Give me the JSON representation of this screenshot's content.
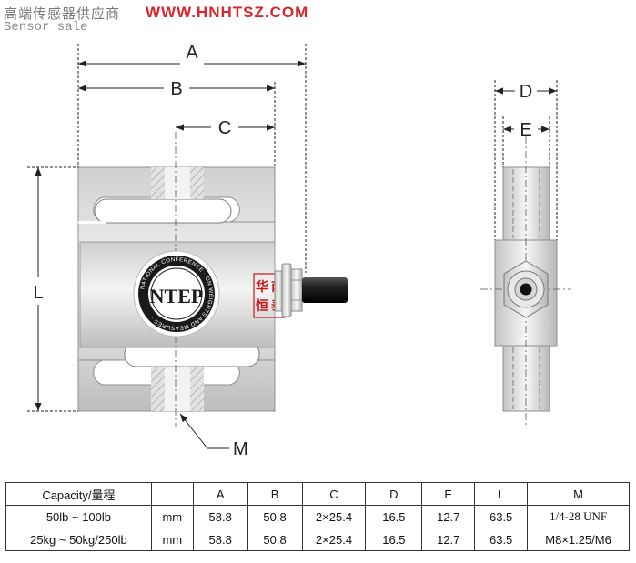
{
  "header": {
    "company_cn": "高端传感器供应商",
    "url": "WWW.HNHTSZ.COM",
    "tagline": "Sensor sale"
  },
  "drawing": {
    "dim_labels": {
      "A": "A",
      "B": "B",
      "C": "C",
      "D": "D",
      "E": "E",
      "L": "L",
      "M": "M"
    },
    "logo_ring_text": "NATIONAL CONFERENCE · ON WEIGHTS AND MEASURES ·",
    "logo_mark": "NTEP",
    "stamp_chars": [
      "华",
      "南",
      "恒",
      "泰"
    ]
  },
  "spec_table": {
    "headers": [
      "Capacity/量程",
      "",
      "A",
      "B",
      "C",
      "D",
      "E",
      "L",
      "M"
    ],
    "rows": [
      [
        "50lb ~ 100lb",
        "mm",
        "58.8",
        "50.8",
        "2×25.4",
        "16.5",
        "12.7",
        "63.5",
        "1/4-28 UNF"
      ],
      [
        "25kg ~ 50kg/250lb",
        "mm",
        "58.8",
        "50.8",
        "2×25.4",
        "16.5",
        "12.7",
        "63.5",
        "M8×1.25/M6"
      ]
    ]
  },
  "colors": {
    "url_red": "#d9252c",
    "stamp_red": "#c4161c",
    "header_gray": "#7a7a7a"
  }
}
